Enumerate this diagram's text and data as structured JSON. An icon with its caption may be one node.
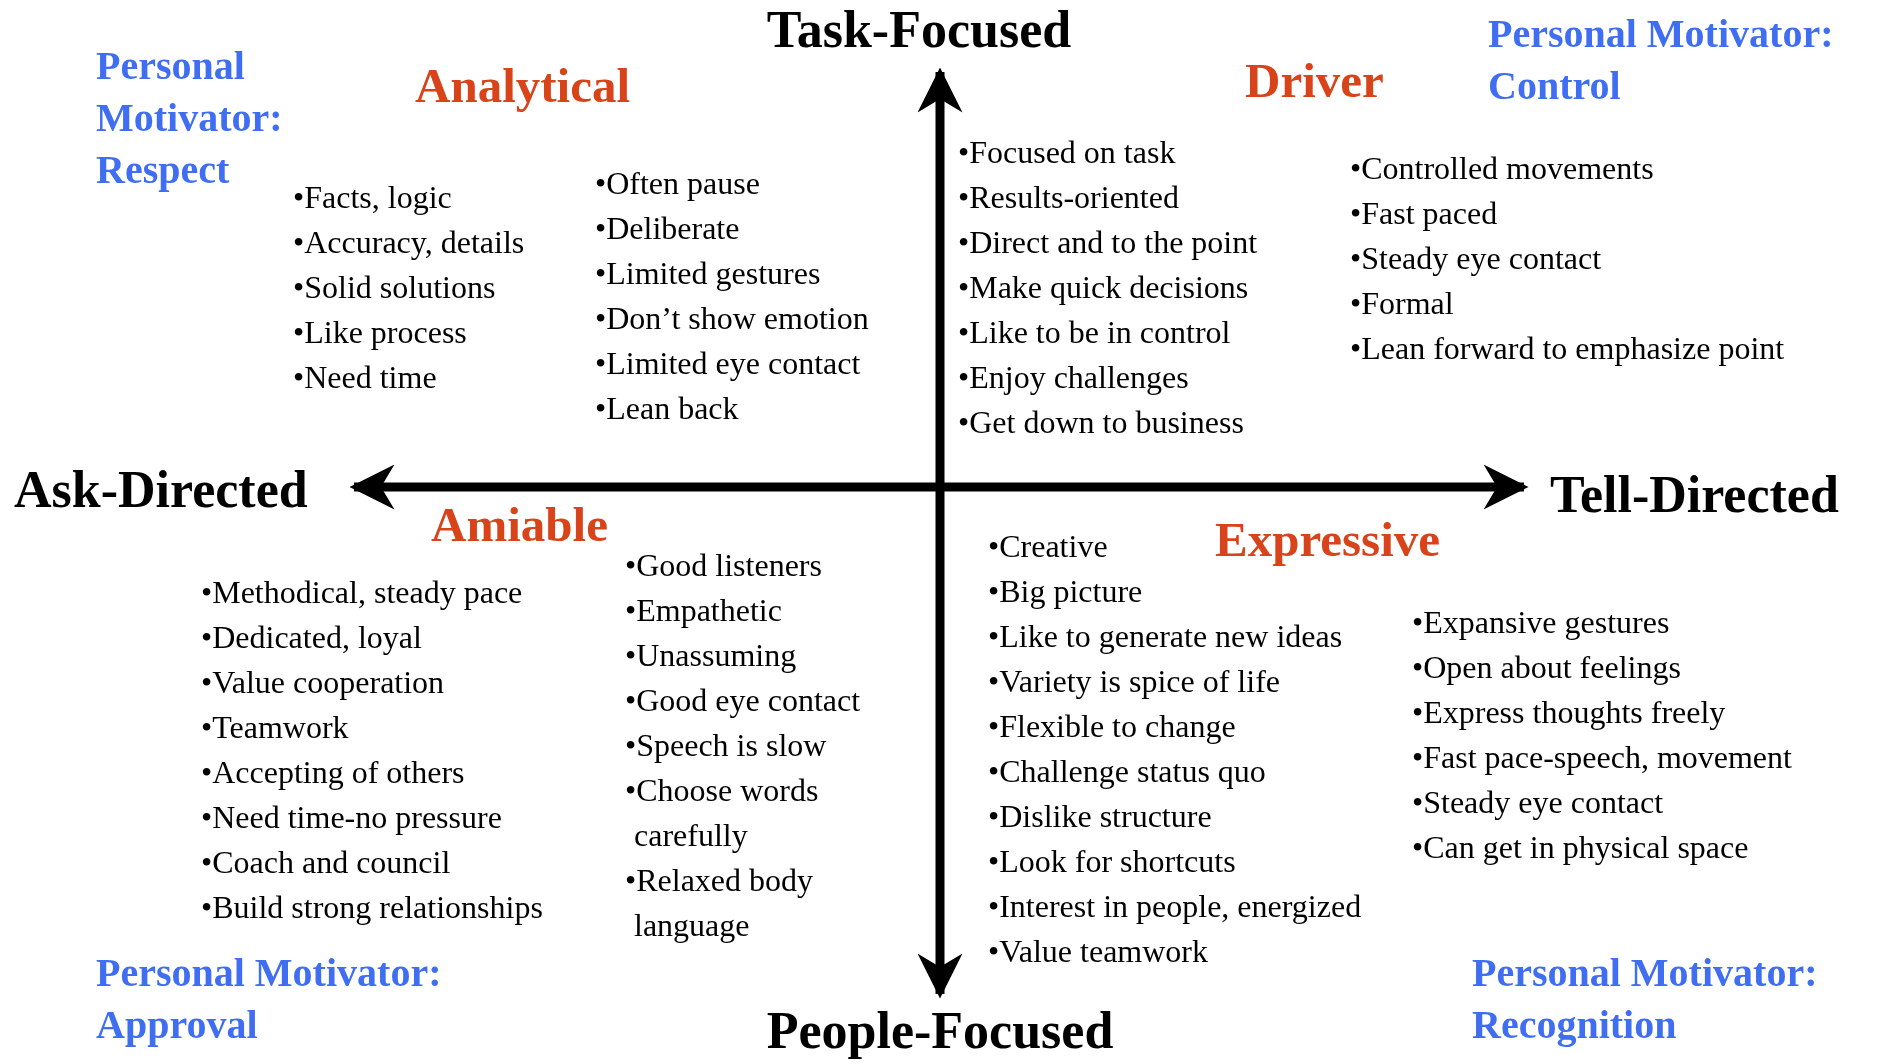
{
  "diagram": {
    "labels": [
      "Task-Focused",
      "Personal Motivator: Respect",
      "Analytical",
      "Driver",
      "Personal Motivator: Control",
      "•Facts, logic",
      "•Accuracy, details",
      "•Solid solutions",
      "•Like process",
      "•Need time",
      "•Often pause",
      "•Deliberate",
      "•Limited gestures",
      "•Don’t show emotion",
      "•Limited eye contact",
      "•Lean back",
      "•Focused on task",
      "•Results-oriented",
      "•Direct and to the point",
      "•Make quick decisions",
      "•Like to be in control",
      "•Enjoy challenges",
      "•Get down to business",
      "•Controlled movements",
      "•Fast paced",
      "•Steady eye contact",
      "•Formal",
      "•Lean forward to emphasize point",
      "Ask-Directed",
      "Tell-Directed",
      "Amiable",
      "Expressive",
      "•Methodical, steady pace",
      "•Dedicated, loyal",
      "•Value cooperation",
      "•Teamwork",
      "•Accepting of others",
      "•Need time-no pressure",
      "•Coach and council",
      "•Build strong relationships",
      "•Good listeners",
      "•Empathetic",
      "•Unassuming",
      "•Good eye contact",
      "•Speech is slow",
      "•Choose words carefully",
      "•Relaxed body language",
      "•Creative",
      "•Big picture",
      "•Like to generate new ideas",
      "•Variety is spice of life",
      "•Flexible to change",
      "•Challenge status quo",
      "•Dislike structure",
      "•Look for shortcuts",
      "•Interest in people, energized",
      "•Value teamwork",
      "•Expansive gestures",
      "•Open about feelings",
      "•Express thoughts freely",
      "•Fast pace-speech, movement",
      "•Steady eye contact",
      "•Can get in physical space",
      "Personal Motivator: Approval",
      "People-Focused",
      "Personal Motivator: Recognition"
    ]
  }
}
